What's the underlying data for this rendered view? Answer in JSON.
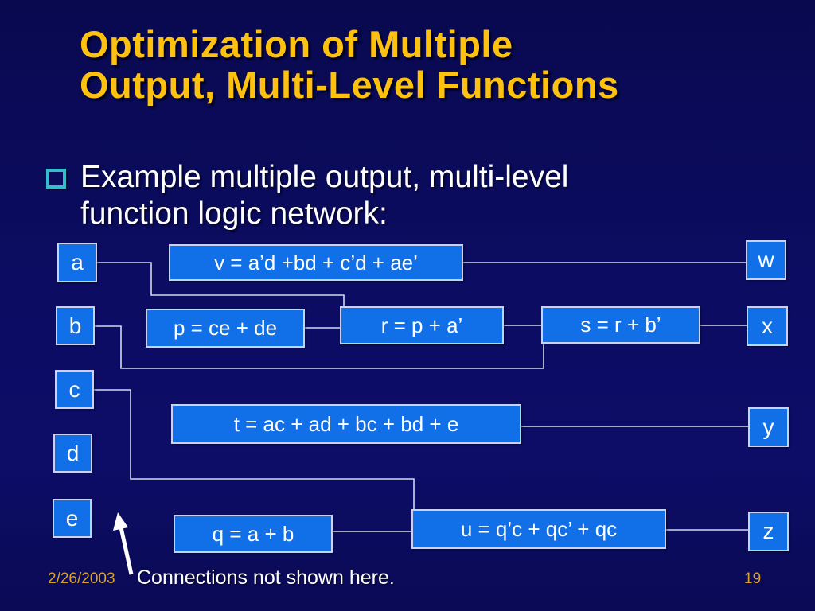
{
  "slide": {
    "title": [
      "Optimization of Multiple",
      "Output, Multi-Level Functions"
    ],
    "bullet": "Example multiple output, multi-level function logic network:",
    "annotation": "Connections not shown here.",
    "date": "2/26/2003",
    "page": "19"
  },
  "diagram": {
    "inputs": [
      {
        "label": "a"
      },
      {
        "label": "b"
      },
      {
        "label": "c"
      },
      {
        "label": "d"
      },
      {
        "label": "e"
      }
    ],
    "functions": [
      {
        "id": "v",
        "label": "v = a’d +bd + c’d + ae’"
      },
      {
        "id": "p",
        "label": "p = ce + de"
      },
      {
        "id": "r",
        "label": "r = p + a’"
      },
      {
        "id": "s",
        "label": "s = r + b’"
      },
      {
        "id": "t",
        "label": "t = ac + ad + bc + bd + e"
      },
      {
        "id": "q",
        "label": "q = a + b"
      },
      {
        "id": "u",
        "label": "u = q’c + qc’ + qc"
      }
    ],
    "outputs": [
      {
        "label": "w"
      },
      {
        "label": "x"
      },
      {
        "label": "y"
      },
      {
        "label": "z"
      }
    ]
  },
  "colors": {
    "background": "#0c0c62",
    "title": "#fec10d",
    "body_text": "#ffffff",
    "bullet_marker": "#38bccc",
    "node_fill": "#1170e8",
    "node_border": "#c9d2ee",
    "connector": "#d4d9ea",
    "arrow": "#ffffff",
    "footer_accent": "#dba32a"
  }
}
